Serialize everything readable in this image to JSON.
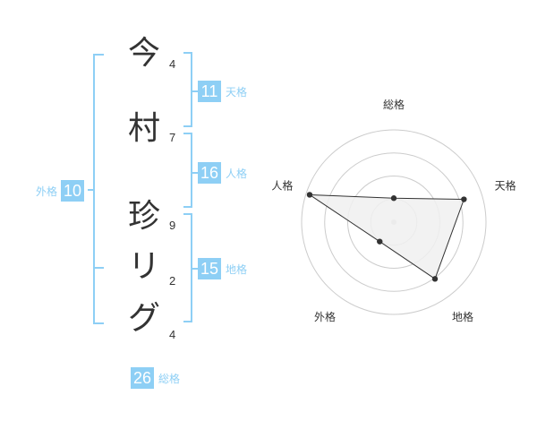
{
  "name_chars": [
    {
      "char": "今",
      "strokes": "4"
    },
    {
      "char": "村",
      "strokes": "7"
    },
    {
      "char": "珍",
      "strokes": "9"
    },
    {
      "char": "リ",
      "strokes": "2"
    },
    {
      "char": "グ",
      "strokes": "4"
    }
  ],
  "scores": {
    "tenkaku": {
      "value": "11",
      "label": "天格"
    },
    "jinkaku": {
      "value": "16",
      "label": "人格"
    },
    "chikaku": {
      "value": "15",
      "label": "地格"
    },
    "gaikaku": {
      "value": "10",
      "label": "外格"
    },
    "soukaku": {
      "value": "26",
      "label": "総格"
    }
  },
  "chart_data": {
    "type": "radar",
    "axes": [
      "総格",
      "天格",
      "地格",
      "外格",
      "人格"
    ],
    "values": [
      0.26,
      0.8,
      0.76,
      0.26,
      0.96
    ],
    "range": [
      0,
      1
    ],
    "rings": 4,
    "colors": {
      "accent": "#8ecff5",
      "fill": "#f0f0f0",
      "line": "#333333",
      "grid": "#cccccc"
    }
  }
}
